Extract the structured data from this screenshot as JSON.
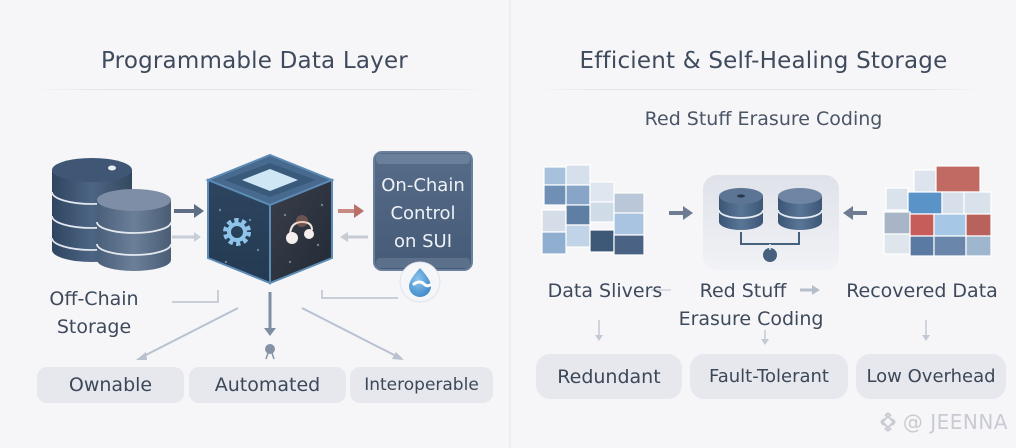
{
  "left_panel": {
    "title": "Programmable Data Layer",
    "nodes": {
      "off_chain": {
        "line1": "Off-Chain",
        "line2": "Storage",
        "icon": "database-stack-icon"
      },
      "core": {
        "icon": "programmable-cube-icon",
        "faces": [
          "gear-icon",
          "logic-icon"
        ]
      },
      "on_chain": {
        "line1": "On-Chain",
        "line2": "Control",
        "line3": "on SUI",
        "icon": "sui-drop-icon"
      }
    },
    "properties": [
      "Ownable",
      "Automated",
      "Interoperable"
    ]
  },
  "right_panel": {
    "title": "Efficient & Self-Healing Storage",
    "subtitle": "Red Stuff Erasure Coding",
    "nodes": {
      "slivers": {
        "label": "Data Slivers",
        "icon": "data-blocks-icon"
      },
      "encoder": {
        "line1": "Red Stuff",
        "line2": "Erasure Coding",
        "icon": "dual-disk-icon"
      },
      "recovered": {
        "label": "Recovered Data",
        "icon": "recovered-blocks-icon"
      }
    },
    "properties": [
      "Redundant",
      "Fault-Tolerant",
      "Low Overhead"
    ]
  },
  "watermark": {
    "text": "@ JEENNA",
    "icon": "binance-logo-icon"
  },
  "colors": {
    "background": "#f6f6f9",
    "primary_dark": "#3e5470",
    "accent_blue": "#5a8fc4",
    "accent_red": "#c4605a",
    "pill_bg": "#e6e8ed",
    "text": "#3e4a5b"
  }
}
